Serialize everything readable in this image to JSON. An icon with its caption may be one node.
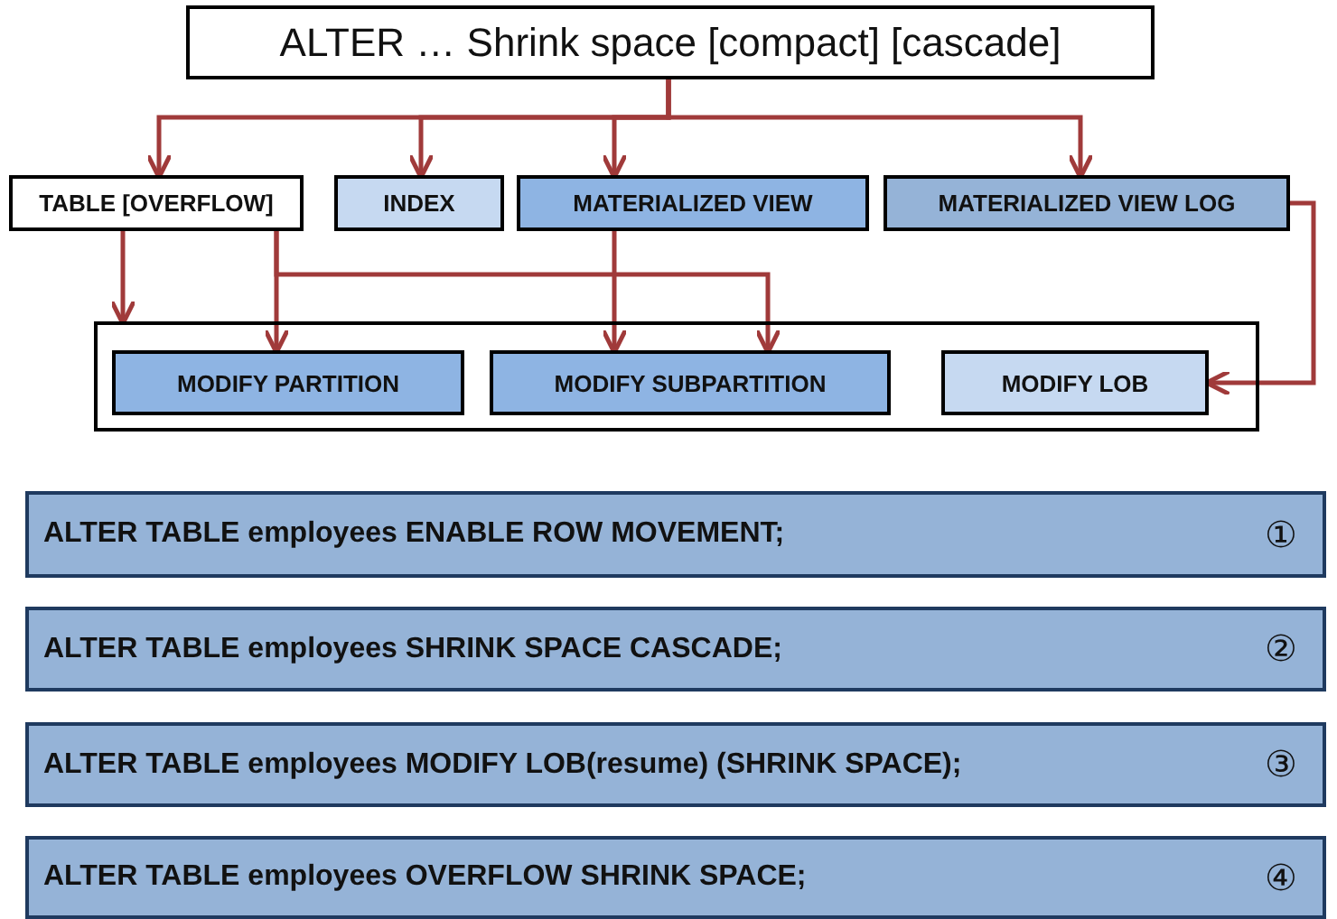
{
  "diagram": {
    "nodes": [
      {
        "text": [
          "ALTER  … Shrink space [compact] [cascade]"
        ]
      },
      {
        "text": [
          "TABLE [OVERFLOW]"
        ]
      },
      {
        "text": [
          "INDEX"
        ]
      },
      {
        "text": [
          "MATERIALIZED VIEW"
        ]
      },
      {
        "text": [
          "MATERIALIZED VIEW LOG"
        ]
      },
      {
        "text": [],
        "shape": "box"
      },
      {
        "text": [
          "MODIFY PARTITION"
        ],
        "in": 5
      },
      {
        "text": [
          "MODIFY SUBPARTITION"
        ],
        "in": 5
      },
      {
        "text": [
          "MODIFY LOB"
        ],
        "in": 5
      },
      {
        "text": [
          "ALTER TABLE employees ENABLE ROW MOVEMENT;",
          "①"
        ]
      },
      {
        "text": [
          "ALTER TABLE employees SHRINK SPACE CASCADE;",
          "②"
        ]
      },
      {
        "text": [
          "ALTER TABLE employees MODIFY LOB(resume) (SHRINK SPACE);",
          "③"
        ]
      },
      {
        "text": [
          "ALTER TABLE employees OVERFLOW SHRINK SPACE;",
          "④"
        ]
      }
    ],
    "edges": [
      {
        "from": 0,
        "to": 1,
        "arrow": "to"
      },
      {
        "from": 0,
        "to": 2,
        "arrow": "to"
      },
      {
        "from": 0,
        "to": 3,
        "arrow": "to"
      },
      {
        "from": 0,
        "to": 4,
        "arrow": "to"
      },
      {
        "from": 1,
        "to": 5,
        "arrow": "to"
      },
      {
        "from": 1,
        "to": 6,
        "arrow": "to"
      },
      {
        "from": 1,
        "to": 7,
        "arrow": "to"
      },
      {
        "from": 3,
        "to": 7,
        "arrow": "to"
      },
      {
        "from": 4,
        "to": 8,
        "arrow": "to"
      }
    ]
  }
}
